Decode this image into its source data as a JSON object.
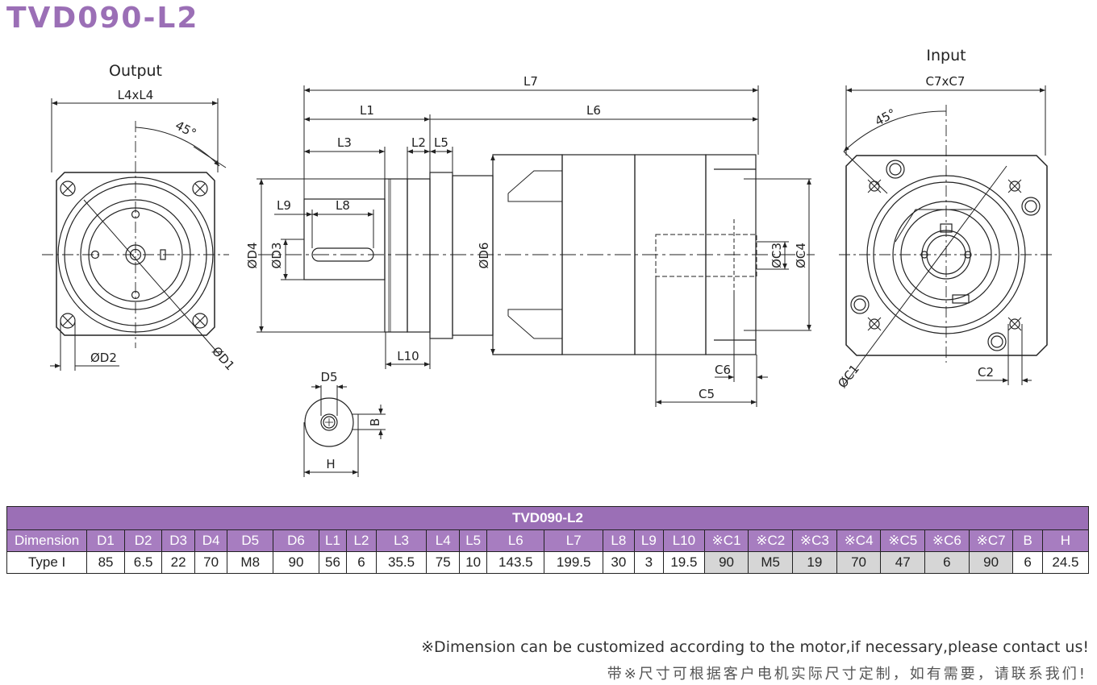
{
  "title": "TVD090-L2",
  "drawing": {
    "output_label": "Output",
    "input_label": "Input",
    "dims": {
      "L4xL4": "L4xL4",
      "angle_out": "45°",
      "D2": "ØD2",
      "D1": "ØD1",
      "L7": "L7",
      "L1": "L1",
      "L6": "L6",
      "L3": "L3",
      "L2": "L2",
      "L5": "L5",
      "L9": "L9",
      "L8": "L8",
      "D4": "ØD4",
      "D3": "ØD3",
      "D6": "ØD6",
      "C3": "ØC3",
      "C4": "ØC4",
      "L10": "L10",
      "C6": "C6",
      "C5": "C5",
      "D5": "D5",
      "B": "B",
      "H": "H",
      "C7xC7": "C7xC7",
      "angle_in": "45°",
      "C1": "ØC1",
      "C2": "C2"
    }
  },
  "table": {
    "caption": "TVD090-L2",
    "headers": [
      "Dimension",
      "D1",
      "D2",
      "D3",
      "D4",
      "D5",
      "D6",
      "L1",
      "L2",
      "L3",
      "L4",
      "L5",
      "L6",
      "L7",
      "L8",
      "L9",
      "L10",
      "※C1",
      "※C2",
      "※C3",
      "※C4",
      "※C5",
      "※C6",
      "※C7",
      "B",
      "H"
    ],
    "row": [
      "Type I",
      "85",
      "6.5",
      "22",
      "70",
      "M8",
      "90",
      "56",
      "6",
      "35.5",
      "75",
      "10",
      "143.5",
      "199.5",
      "30",
      "3",
      "19.5",
      "90",
      "M5",
      "19",
      "70",
      "47",
      "6",
      "90",
      "6",
      "24.5"
    ]
  },
  "notes": {
    "en": "※Dimension can be customized according to the motor,if necessary,please contact us!",
    "cn": "带※尺寸可根据客户电机实际尺寸定制，如有需要，请联系我们!"
  },
  "colors": {
    "brand": "#9b6fb6",
    "header_bg": "#a77dc0",
    "optional_cell": "#d6d6d6"
  }
}
